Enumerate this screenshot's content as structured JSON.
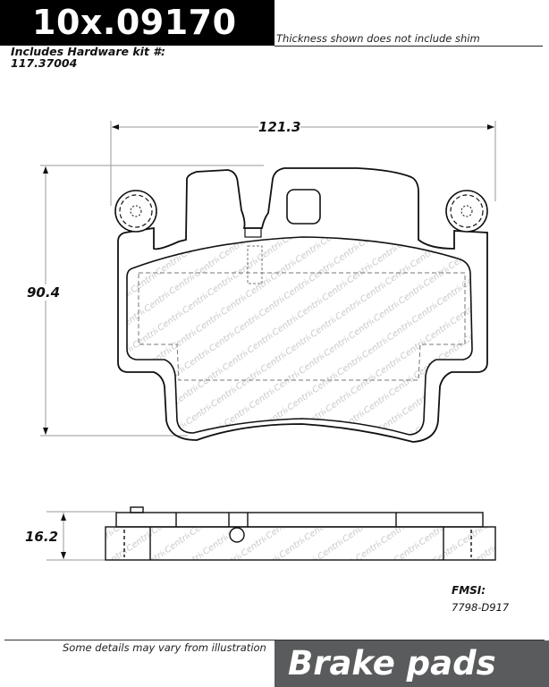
{
  "header": {
    "part_number": "10x.09170",
    "thickness_note": "Thickness shown does not include shim",
    "hardware_kit_label": "Includes Hardware kit #:",
    "hardware_kit_number": "117.37004"
  },
  "dimensions": {
    "width": "121.3",
    "height": "90.4",
    "thickness": "16.2"
  },
  "fmsi": {
    "label": "FMSI:",
    "code": "7798-D917"
  },
  "footer": {
    "disclaimer": "Some details may vary from illustration",
    "product_type": "Brake pads"
  },
  "watermark": "Centric",
  "colors": {
    "title_bg": "#000000",
    "brand_bg": "#595b5c",
    "outline": "#111111",
    "dim_line": "#aaaaaa",
    "watermark": "#c8c8c8"
  }
}
